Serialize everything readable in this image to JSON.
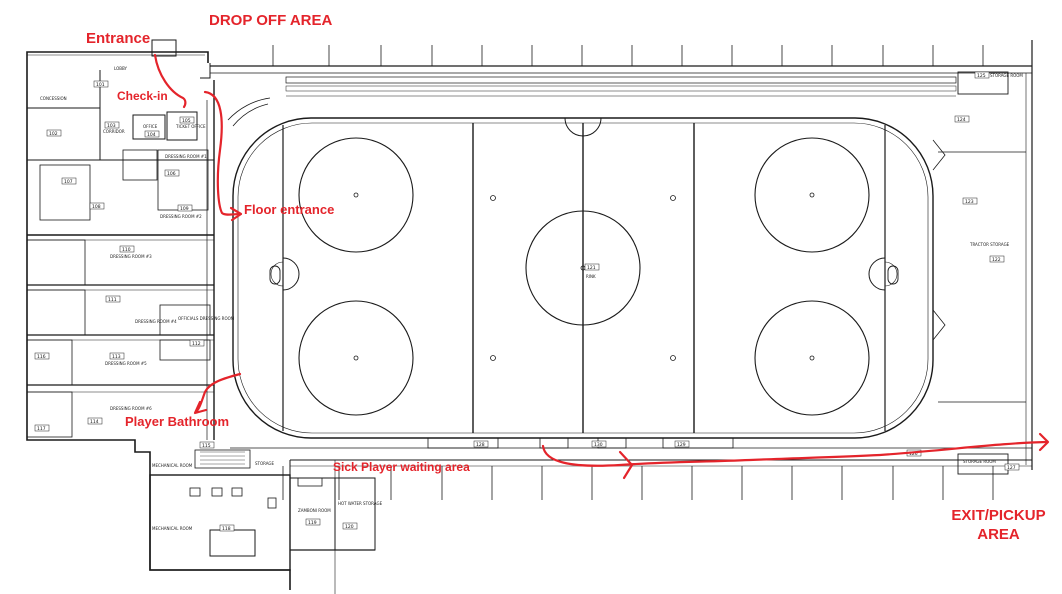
{
  "annotations": {
    "drop_off": "DROP OFF AREA",
    "entrance": "Entrance",
    "check_in": "Check-in",
    "floor_entrance": "Floor entrance",
    "player_bathroom": "Player Bathroom",
    "sick_player": "Sick Player waiting area",
    "exit_pickup": "EXIT/PICKUP AREA"
  },
  "rooms": {
    "lobby": "LOBBY",
    "concession": "CONCESSION",
    "office": "OFFICE",
    "ticket_office": "TICKET OFFICE",
    "corridor": "CORRIDOR",
    "dressing_1": "DRESSING ROOM #1",
    "dressing_2": "DRESSING ROOM #2",
    "dressing_3": "DRESSING ROOM #3",
    "dressing_4": "DRESSING ROOM #4",
    "dressing_5": "DRESSING ROOM #5",
    "dressing_6": "DRESSING ROOM #6",
    "officials": "OFFICIALS DRESSING ROOM",
    "rink": "RINK",
    "tractor_storage": "TRACTOR STORAGE",
    "storage": "STORAGE",
    "storage_room": "STORAGE ROOM",
    "mechanical": "MECHANICAL ROOM",
    "zamboni": "ZAMBONI ROOM",
    "hot_water": "HOT WATER STORAGE"
  },
  "tags": {
    "t101": "101",
    "t102": "102",
    "t103": "103",
    "t104": "104",
    "t105": "105",
    "t106": "106",
    "t107": "107",
    "t108": "108",
    "t109": "109",
    "t110": "110",
    "t111": "111",
    "t112": "112",
    "t113": "113",
    "t114": "114",
    "t115": "115",
    "t116": "116",
    "t117": "117",
    "t118": "118",
    "t119": "119",
    "t120": "120",
    "t121": "121",
    "t122": "122",
    "t123": "123",
    "t124": "124",
    "t125": "125",
    "t126": "126",
    "t127": "127",
    "t128": "128",
    "t129": "129",
    "t130": "130"
  },
  "colors": {
    "annotation_red": "#e4242b",
    "wall": "#1a1a1a",
    "line": "#333333"
  }
}
